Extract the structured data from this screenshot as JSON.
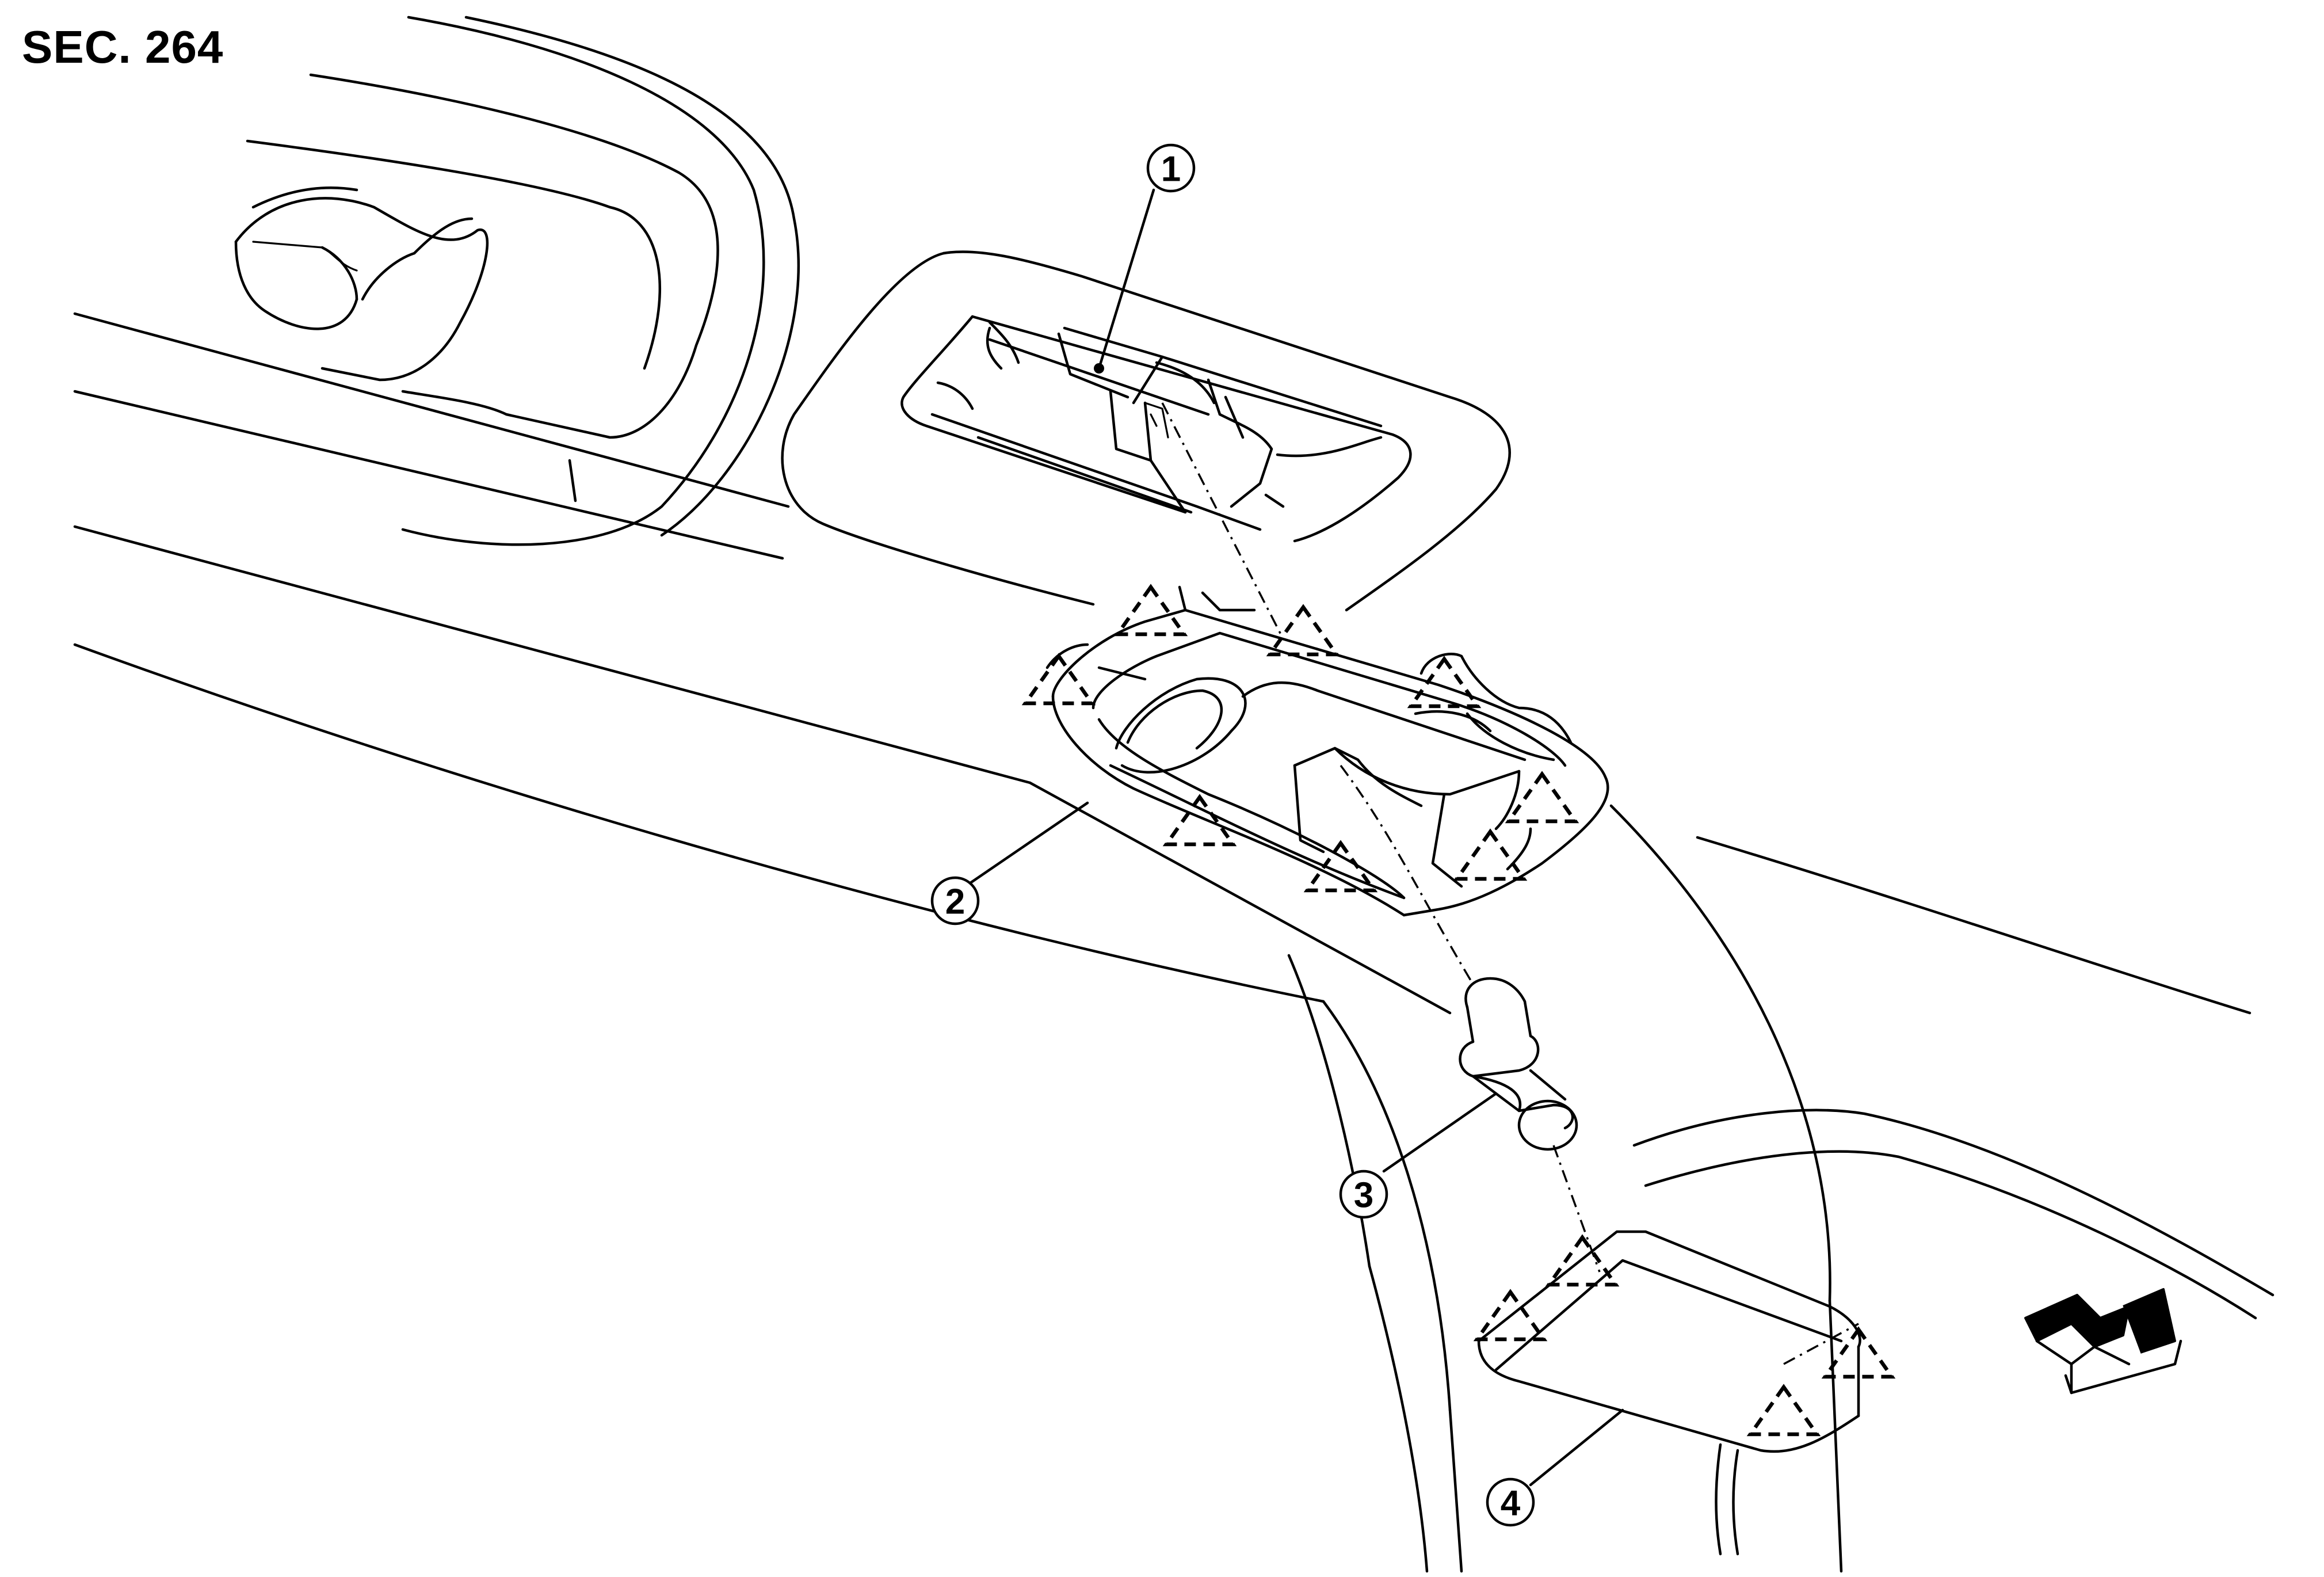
{
  "section": "SEC. 264",
  "callouts": [
    {
      "id": "callout-1",
      "label": "1"
    },
    {
      "id": "callout-2",
      "label": "2"
    },
    {
      "id": "callout-3",
      "label": "3"
    },
    {
      "id": "callout-4",
      "label": "4"
    }
  ],
  "icons": [
    "front-direction-arrow-icon",
    "clip-triangle-icon"
  ]
}
